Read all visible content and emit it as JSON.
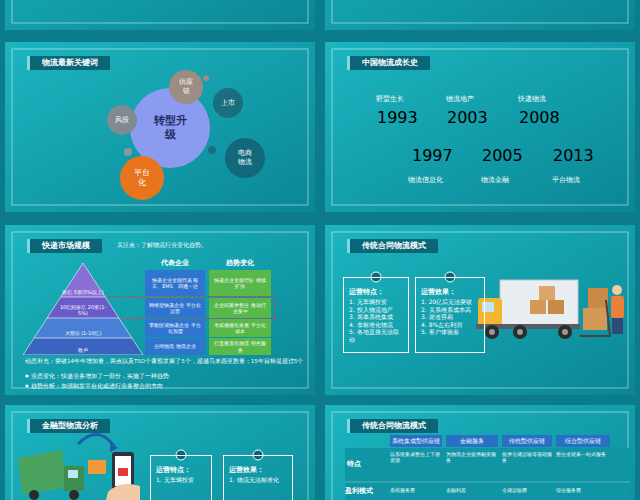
{
  "diagram": {
    "nodes": [
      {
        "text": [
          "物流最新关键词"
        ]
      },
      {
        "text": [
          "转型升级"
        ],
        "in": 0
      },
      {
        "text": [
          "供应链"
        ],
        "in": 0
      },
      {
        "text": [
          "上市"
        ],
        "in": 0
      },
      {
        "text": [
          "风投"
        ],
        "in": 0
      },
      {
        "text": [
          "电商物流"
        ],
        "in": 0
      },
      {
        "text": [
          "平台化"
        ],
        "in": 0
      },
      {
        "text": [
          "中国物流成长史"
        ]
      },
      {
        "text": [
          "野蛮生长",
          "1993"
        ],
        "in": 7
      },
      {
        "text": [
          "物流地产",
          "2003"
        ],
        "in": 7
      },
      {
        "text": [
          "快递物流",
          "2008"
        ],
        "in": 7
      },
      {
        "text": [
          "1997",
          "物流信息化"
        ],
        "in": 7
      },
      {
        "text": [
          "2005",
          "物流金融"
        ],
        "in": 7
      },
      {
        "text": [
          "2013",
          "平台物流"
        ],
        "in": 7
      },
      {
        "text": [
          "快递市场规模",
          "关注点：了解物流行业变化趋势。"
        ]
      },
      {
        "text": [
          "百亿 5家(5%以上)"
        ],
        "in": 14
      },
      {
        "text": [
          "10亿到百亿 20家(1-5%)"
        ],
        "in": 14
      },
      {
        "text": [
          "大部分 (1-10亿)"
        ],
        "in": 14
      },
      {
        "text": [
          "散户"
        ],
        "in": 14
      },
      {
        "text": [
          "快递企业全国代表 顺丰、EMS、四通一达"
        ],
        "in": 14
      },
      {
        "text": [
          "网络型快递企业 平台化运营"
        ],
        "in": 14
      },
      {
        "text": [
          "零散区域快递企业 平台化加盟"
        ],
        "in": 14
      },
      {
        "text": [
          "合同物流 物流企业"
        ],
        "in": 14
      },
      {
        "text": [
          "快递企业全面增长 继续扩张"
        ],
        "in": 14
      },
      {
        "text": [
          "企业间兼并整合 推动行业集中"
        ],
        "in": 14
      },
      {
        "text": [
          "考核规模化发展 平台化成本"
        ],
        "in": 14
      },
      {
        "text": [
          "打造垂直化物流 特色服务"
        ],
        "in": 14
      },
      {
        "text": [
          "传统合同物流模式"
        ]
      },
      {
        "text": [
          "运营特点：",
          "1. 无车辆投资",
          "2. 投入物流地产",
          "3. 简单系统集成",
          "4. 非标准化物流",
          "5. 各地直接无法联动"
        ],
        "in": 27
      },
      {
        "text": [
          "运营效果：",
          "1. 20亿后无法突破",
          "2. 关系维系成本高",
          "3. 渠道容易",
          "4. 8%左右利润",
          "5. 客户体验差"
        ],
        "in": 27
      },
      {
        "text": [
          "金融型物流分析"
        ]
      },
      {
        "text": [
          "运营特点：",
          "1. 无车辆投资"
        ],
        "in": 30
      },
      {
        "text": [
          "运营效果：",
          "1. 物流无法标准化"
        ],
        "in": 30
      },
      {
        "text": [
          "传统合同物流模式"
        ]
      },
      {
        "text": [
          "系统集成型供应链"
        ],
        "in": 33
      },
      {
        "text": [
          "金融服务"
        ],
        "in": 33
      },
      {
        "text": [
          "传统型供应链"
        ],
        "in": 33
      },
      {
        "text": [
          "综合型供应链"
        ],
        "in": 33
      }
    ],
    "labels": [
      "代表企业",
      "趋势变化",
      "动态补充：突破14年年增加量，两点以及TSO个番茄发展了5个，超越马来西亚数量；15年目标是超过5个",
      "业态变化：快递业务增加了一部分，实施了一种趋势",
      "趋势分析：加强制发平台化或进行业务整合的方向",
      "特点",
      "盈利模式",
      "以系统集成整合上下游资源",
      "为物流企业提供融资服务",
      "提供仓储运输等基础服务",
      "整合全链条一站式服务",
      "系统服务费",
      "金融利差",
      "仓储运输费",
      "综合服务费"
    ]
  }
}
